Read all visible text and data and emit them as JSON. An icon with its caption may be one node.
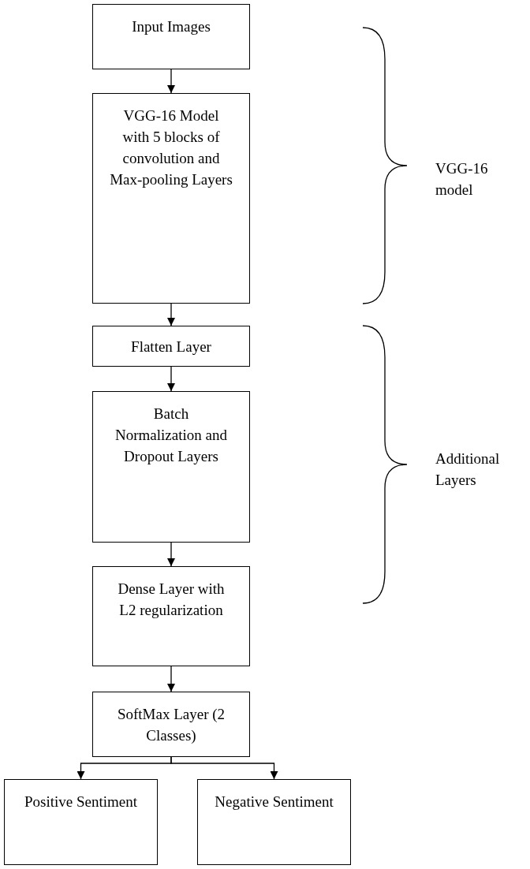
{
  "diagram": {
    "nodes": [
      {
        "text": [
          "Input Images"
        ]
      },
      {
        "text": [
          "VGG-16 Model with 5 blocks of convolution and Max-pooling Layers"
        ]
      },
      {
        "text": [
          "Flatten Layer"
        ]
      },
      {
        "text": [
          "Batch Normalization and Dropout Layers"
        ]
      },
      {
        "text": [
          "Dense Layer with L2 regularization"
        ]
      },
      {
        "text": [
          "SoftMax Layer (2 Classes)"
        ]
      },
      {
        "text": [
          "Positive Sentiment"
        ]
      },
      {
        "text": [
          "Negative Sentiment"
        ]
      }
    ],
    "edges": [
      {
        "from": 0,
        "to": 1,
        "arrow": "to"
      },
      {
        "from": 1,
        "to": 2,
        "arrow": "to"
      },
      {
        "from": 2,
        "to": 3,
        "arrow": "to"
      },
      {
        "from": 3,
        "to": 4,
        "arrow": "to"
      },
      {
        "from": 4,
        "to": 5,
        "arrow": "to"
      },
      {
        "from": 5,
        "to": 6,
        "arrow": "to"
      },
      {
        "from": 5,
        "to": 7,
        "arrow": "to"
      }
    ],
    "labels": [
      "VGG-16 model",
      "Additional Layers"
    ]
  }
}
